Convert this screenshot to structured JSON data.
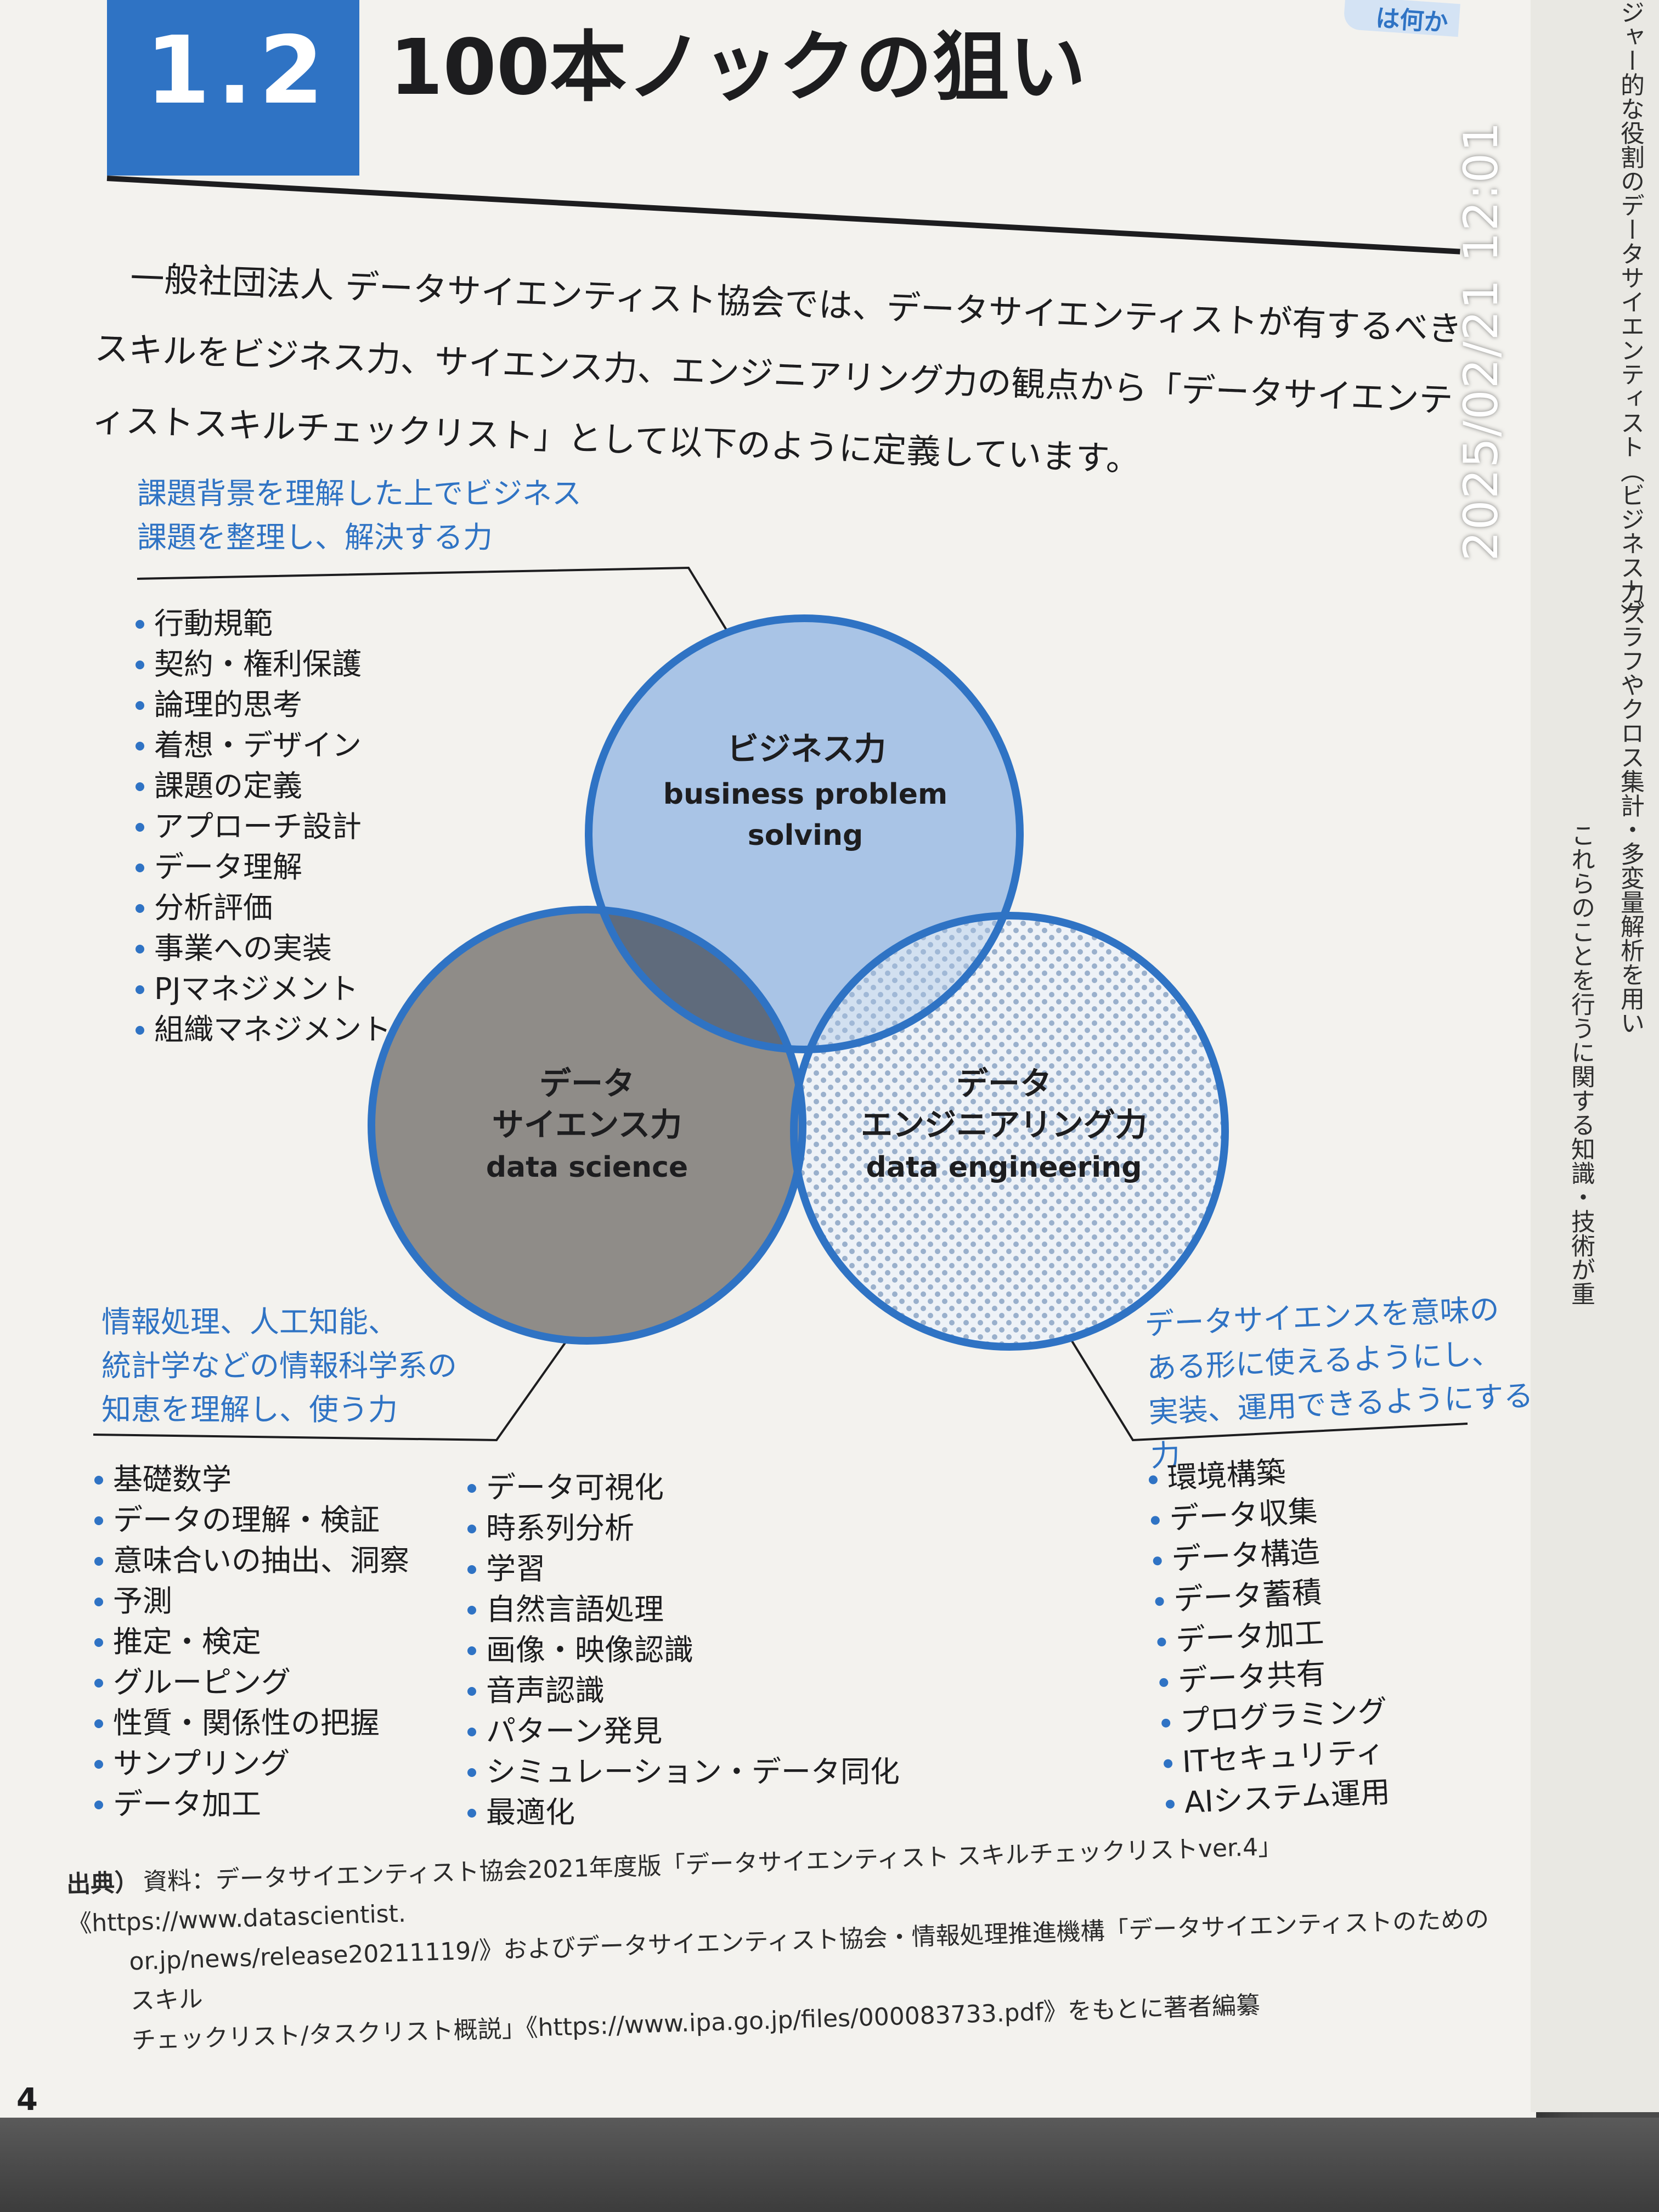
{
  "header": {
    "section_number": "1.2",
    "title": "100本ノックの狙い",
    "corner_tag": "は何か"
  },
  "intro": {
    "text": "一般社団法人 データサイエンティスト協会では、データサイエンティストが有するべきスキルをビジネス力、サイエンス力、エンジニアリング力の観点から「データサイエンティストスキルチェックリスト」として以下のように定義しています。"
  },
  "diagram": {
    "business": {
      "caption_line1": "課題背景を理解した上でビジネス",
      "caption_line2": "課題を整理し、解決する力",
      "label_jp": "ビジネス力",
      "label_en_line1": "business problem",
      "label_en_line2": "solving",
      "items": [
        "行動規範",
        "契約・権利保護",
        "論理的思考",
        "着想・デザイン",
        "課題の定義",
        "アプローチ設計",
        "データ理解",
        "分析評価",
        "事業への実装",
        "PJマネジメント",
        "組織マネジメント"
      ]
    },
    "science": {
      "caption_line1": "情報処理、人工知能、",
      "caption_line2": "統計学などの情報科学系の",
      "caption_line3": "知恵を理解し、使う力",
      "label_jp_line1": "データ",
      "label_jp_line2": "サイエンス力",
      "label_en": "data science",
      "items_col1": [
        "基礎数学",
        "データの理解・検証",
        "意味合いの抽出、洞察",
        "予測",
        "推定・検定",
        "グルーピング",
        "性質・関係性の把握",
        "サンプリング",
        "データ加工"
      ],
      "items_col2": [
        "データ可視化",
        "時系列分析",
        "学習",
        "自然言語処理",
        "画像・映像認識",
        "音声認識",
        "パターン発見",
        "シミュレーション・データ同化",
        "最適化"
      ]
    },
    "engineering": {
      "caption_line1": "データサイエンスを意味の",
      "caption_line2": "ある形に使えるようにし、",
      "caption_line3": "実装、運用できるようにする力",
      "label_jp_line1": "データ",
      "label_jp_line2": "エンジニアリング力",
      "label_en": "data engineering",
      "items": [
        "環境構築",
        "データ収集",
        "データ構造",
        "データ蓄積",
        "データ加工",
        "データ共有",
        "プログラミング",
        "ITセキュリティ",
        "AIシステム運用"
      ]
    },
    "colors": {
      "accent_blue": "#2f73c4",
      "business_fill": "#a9c4e6",
      "science_fill": "#8f8c88",
      "engineering_dots": "#9ab0cc"
    }
  },
  "source": {
    "label": "出典）",
    "line1": "資料：データサイエンティスト協会2021年度版「データサイエンティスト スキルチェックリストver.4」《https://www.datascientist.",
    "line2": "or.jp/news/release20211119/》およびデータサイエンティスト協会・情報処理推進機構「データサイエンティストのためのスキル",
    "line3": "チェックリスト/タスクリスト概説」《https://www.ipa.go.jp/files/000083733.pdf》をもとに著者編纂"
  },
  "page_number": "4",
  "timestamp": "2025/02/21 12:01",
  "right_page": {
    "col1": "ジャー的な役割のデータサイエンティスト（ビジネス力）、",
    "col2": "これらのことを行うに関する知識・技術が重",
    "col3": "・グラフやクロス集計・多変量解析を用い"
  }
}
